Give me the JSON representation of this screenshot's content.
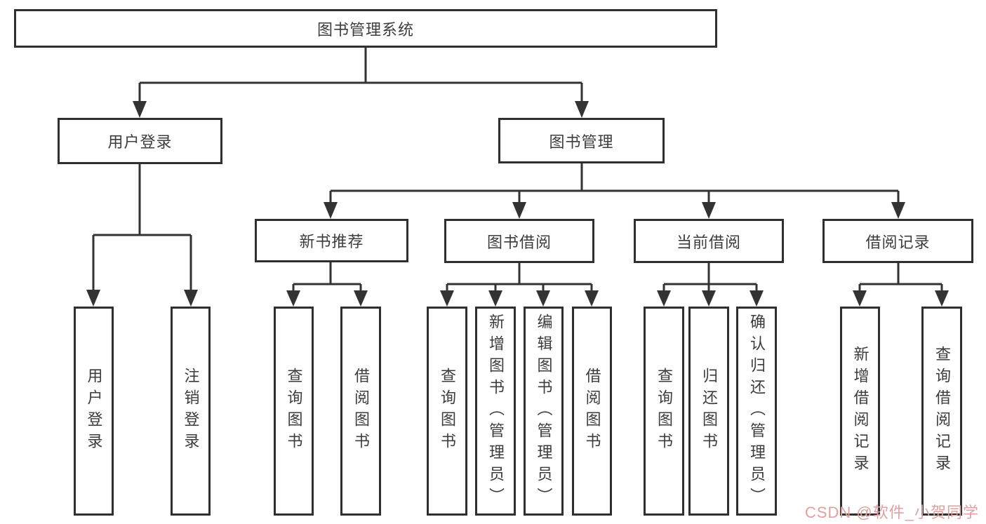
{
  "tree": {
    "label": "图书管理系统",
    "children": [
      {
        "label": "用户登录",
        "children": [
          {
            "label": "用户登录"
          },
          {
            "label": "注销登录"
          }
        ]
      },
      {
        "label": "图书管理",
        "children": [
          {
            "label": "新书推荐",
            "children": [
              {
                "label": "查询图书"
              },
              {
                "label": "借阅图书"
              }
            ]
          },
          {
            "label": "图书借阅",
            "children": [
              {
                "label": "查询图书"
              },
              {
                "label": "新增图书（管理员）"
              },
              {
                "label": "编辑图书（管理员）"
              },
              {
                "label": "借阅图书"
              }
            ]
          },
          {
            "label": "当前借阅",
            "children": [
              {
                "label": "查询图书"
              },
              {
                "label": "归还图书"
              },
              {
                "label": "确认归还（管理员）"
              }
            ]
          },
          {
            "label": "借阅记录",
            "children": [
              {
                "label": "新增借阅记录"
              },
              {
                "label": "查询借阅记录"
              }
            ]
          }
        ]
      }
    ]
  },
  "watermark": {
    "text": "CSDN @软件_小贺同学"
  },
  "colors": {
    "line": "#333333",
    "box_border": "#2f2f2f",
    "text": "#3c3c3c",
    "background": "#ffffff",
    "watermark": "#e2a0a0"
  }
}
